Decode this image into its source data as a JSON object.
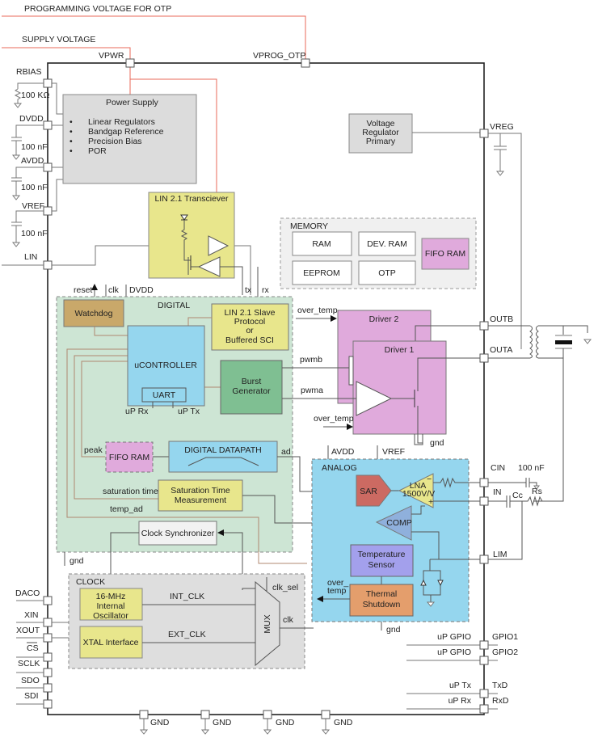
{
  "external": {
    "prog_voltage_label": "PROGRAMMING VOLTAGE FOR OTP",
    "supply_voltage_label": "SUPPLY VOLTAGE"
  },
  "pins": {
    "vpwr": "VPWR",
    "vprog_otp": "VPROG_OTP",
    "rbias": "RBIAS",
    "dvdd": "DVDD",
    "avdd": "AVDD",
    "vref": "VREF",
    "lin": "LIN",
    "vreg": "VREG",
    "outb": "OUTB",
    "outa": "OUTA",
    "cin": "CIN",
    "in": "IN",
    "lim": "LIM",
    "gpio1": "GPIO1",
    "gpio2": "GPIO2",
    "txd": "TxD",
    "rxd": "RxD",
    "daco": "DACO",
    "xin": "XIN",
    "xout": "XOUT",
    "cs": "CS",
    "sclk": "SCLK",
    "sdo": "SDO",
    "sdi": "SDI",
    "gnd": "GND"
  },
  "components": {
    "rbias_value": "100 KΩ",
    "cap_dvdd": "100 nF",
    "cap_avdd": "100 nF",
    "cap_vref": "100 nF",
    "cap_cin": "100 nF",
    "cc": "Cc",
    "rs": "Rs"
  },
  "power_supply": {
    "title": "Power Supply",
    "items": [
      "Linear Regulators",
      "Bandgap Reference",
      "Precision Bias",
      "POR"
    ]
  },
  "voltage_regulator": [
    "Voltage",
    "Regulator",
    "Primary"
  ],
  "lin_transceiver": {
    "title": "LIN 2.1 Transciever"
  },
  "memory": {
    "title": "MEMORY",
    "blocks": [
      "RAM",
      "DEV. RAM",
      "EEPROM",
      "OTP",
      "FIFO RAM"
    ]
  },
  "digital": {
    "title": "DIGITAL",
    "signals": {
      "reset": "reset",
      "clk": "clk",
      "dvdd": "DVDD",
      "tx": "tx",
      "rx": "rx",
      "up_rx": "uP Rx",
      "up_tx": "uP Tx",
      "peak": "peak",
      "ad": "ad",
      "saturation_time": "saturation time",
      "temp_ad": "temp_ad",
      "gnd": "gnd"
    },
    "watchdog": "Watchdog",
    "lin_slave": [
      "LIN 2.1 Slave",
      "Protocol",
      "or",
      "Buffered SCI"
    ],
    "ucontroller": "uCONTROLLER",
    "uart": "UART",
    "burst_generator": [
      "Burst",
      "Generator"
    ],
    "fifo_ram": "FIFO RAM",
    "digital_datapath": "DIGITAL DATAPATH",
    "saturation_measurement": [
      "Saturation Time",
      "Measurement"
    ],
    "clock_synchronizer": "Clock Synchronizer"
  },
  "drivers": {
    "driver2": "Driver 2",
    "driver1": "Driver 1",
    "over_temp": "over_temp",
    "pwmb": "pwmb",
    "pwma": "pwma",
    "gnd": "gnd"
  },
  "analog": {
    "title": "ANALOG",
    "avdd": "AVDD",
    "vref": "VREF",
    "sar": "SAR",
    "lna": [
      "LNA",
      "1500V/V"
    ],
    "lna_minus": "−",
    "lna_plus": "+",
    "comp": "COMP",
    "temperature_sensor": [
      "Temperature",
      "Sensor"
    ],
    "thermal_shutdown": [
      "Thermal",
      "Shutdown"
    ],
    "over_temp": [
      "over_",
      "temp"
    ],
    "gnd": "gnd"
  },
  "clock": {
    "title": "CLOCK",
    "oscillator": [
      "16-MHz",
      "Internal",
      "Oscillator"
    ],
    "xtal": "XTAL Interface",
    "int_clk": "INT_CLK",
    "ext_clk": "EXT_CLK",
    "mux": "MUX",
    "clk_sel": "clk_sel",
    "clk": "clk"
  },
  "right_signals": {
    "up_gpio1": "uP GPIO",
    "up_gpio2": "uP GPIO",
    "up_tx": "uP Tx",
    "up_rx": "uP Rx"
  },
  "colors": {
    "supply_wire": "#e8685a",
    "power_supply_fill": "#dcdcdc",
    "lin_fill": "#e8e68c",
    "digital_fill": "#cde5d4",
    "ucontroller_fill": "#95d6ee",
    "burst_fill": "#7fbf92",
    "watchdog_fill": "#c9a86a",
    "driver_fill": "#e0aadc",
    "analog_fill": "#95d6ee",
    "sar_fill": "#cc6a62",
    "comp_fill": "#8fb0dc",
    "temp_sensor_fill": "#a3a0ec",
    "thermal_fill": "#e49e6c",
    "clock_fill": "#dedede"
  }
}
